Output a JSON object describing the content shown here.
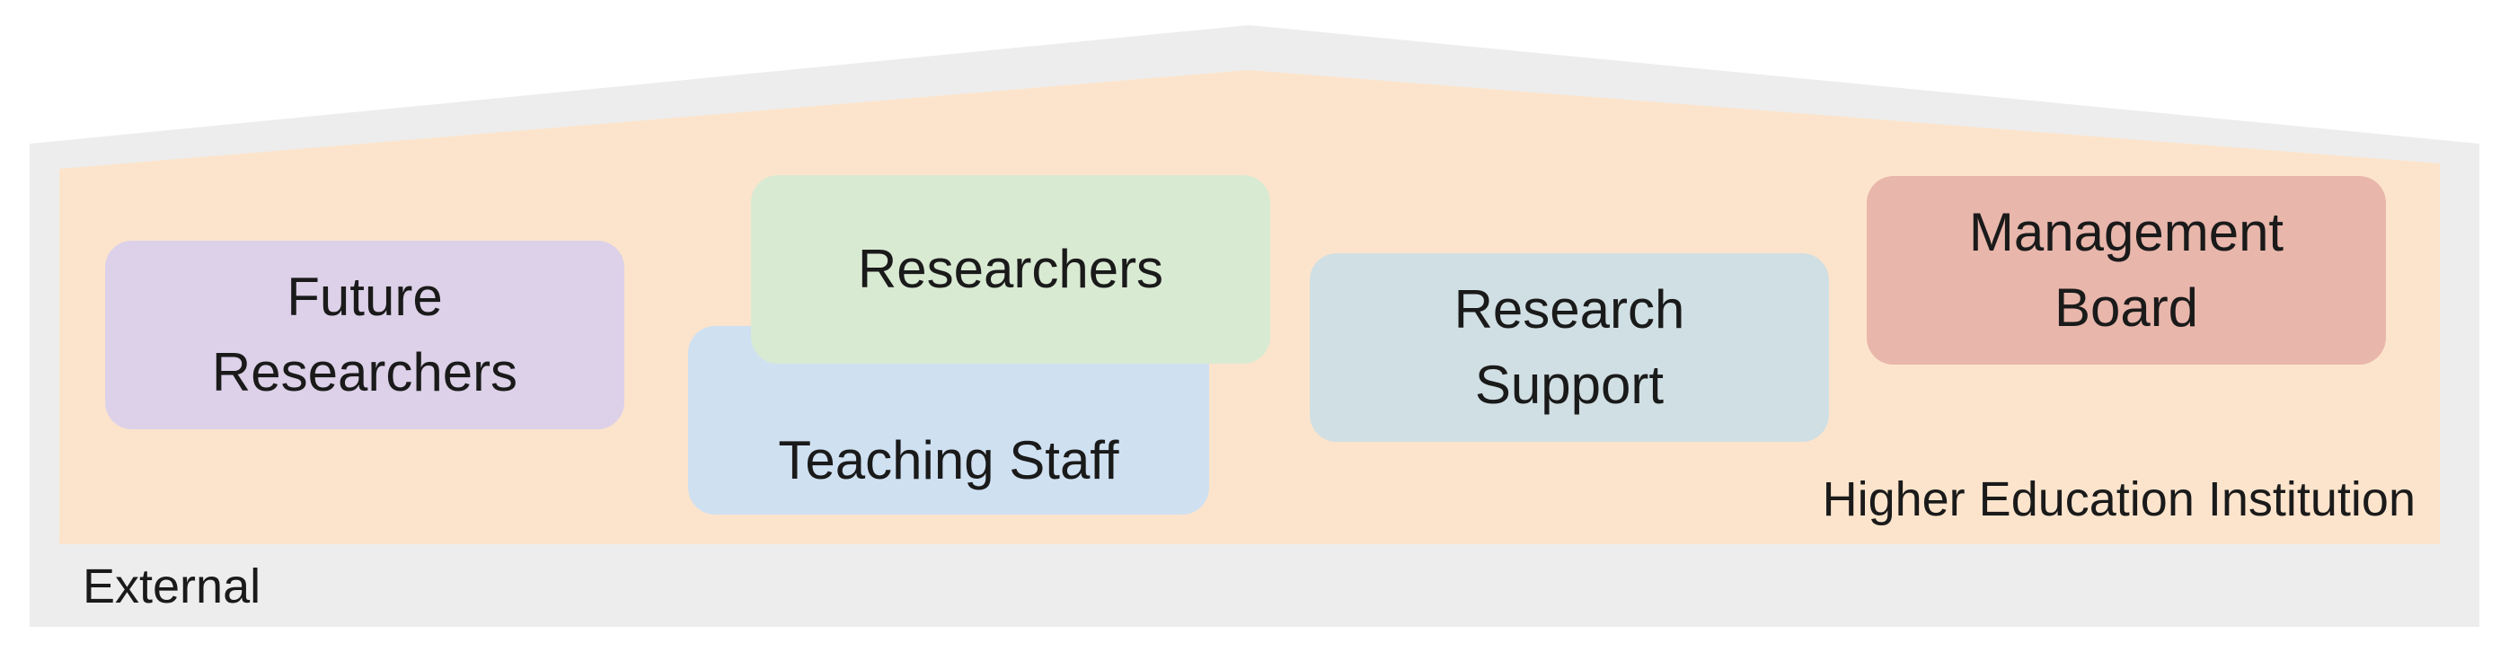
{
  "outer": {
    "label": "External",
    "color": "#ededed"
  },
  "inner": {
    "label": "Higher Education Institution",
    "color": "#fce4cc"
  },
  "groups": {
    "future_researchers": {
      "line1": "Future",
      "line2": "Researchers",
      "color": "#dcd1e8"
    },
    "teaching_staff": {
      "label": "Teaching Staff",
      "color": "#cfe0f1"
    },
    "researchers": {
      "label": "Researchers",
      "color": "#d9ead3"
    },
    "research_support": {
      "line1": "Research",
      "line2": "Support",
      "color": "#d0dfe3"
    },
    "management_board": {
      "line1": "Management",
      "line2": "Board",
      "color": "#e8b6ab"
    }
  }
}
